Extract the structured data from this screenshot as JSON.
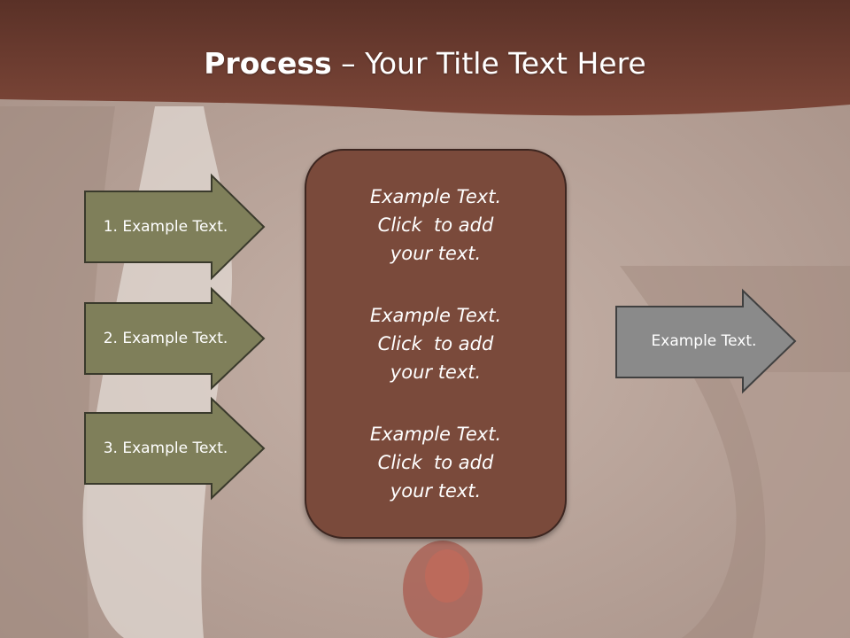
{
  "slide": {
    "title_bold": "Process",
    "title_rest": " – Your Title Text Here",
    "colors": {
      "header": "#7a4538",
      "arrow_olive": "#7f7f5a",
      "arrow_grey": "#8a8a8a",
      "center_box": "#7a4a3b",
      "outline": "#3d2620"
    }
  },
  "left_arrows": [
    {
      "label": "1. Example Text."
    },
    {
      "label": "2. Example Text."
    },
    {
      "label": "3. Example Text."
    }
  ],
  "center": {
    "paragraphs": [
      {
        "line1": "Example Text.",
        "line2": "Click  to add",
        "line3": "your text."
      },
      {
        "line1": "Example Text.",
        "line2": "Click  to add",
        "line3": "your text."
      },
      {
        "line1": "Example Text.",
        "line2": "Click  to add",
        "line3": "your text."
      }
    ]
  },
  "right_arrow": {
    "label": "Example Text."
  }
}
